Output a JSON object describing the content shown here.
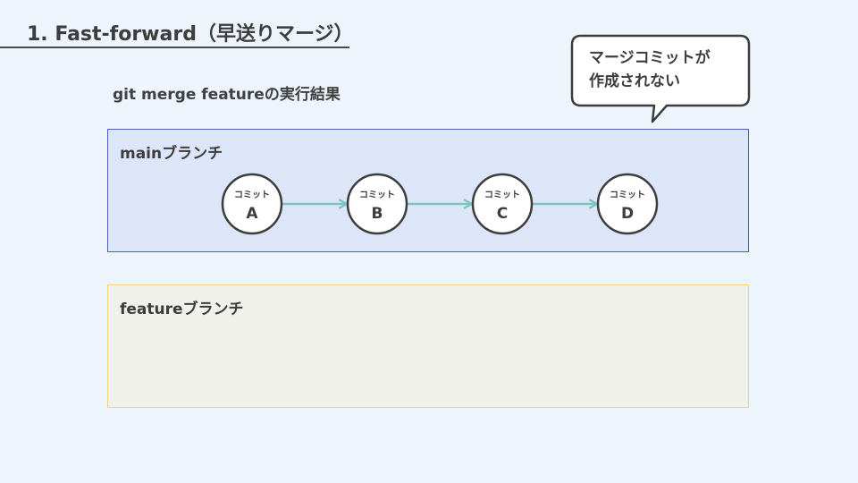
{
  "title": "1. Fast-forward（早送りマージ）",
  "subtitle": "git merge featureの実行結果",
  "callout": {
    "line1": "マージコミットが",
    "line2": "作成されない"
  },
  "main_branch": {
    "label": "mainブランチ",
    "commits": [
      {
        "caption": "コミット",
        "letter": "A"
      },
      {
        "caption": "コミット",
        "letter": "B"
      },
      {
        "caption": "コミット",
        "letter": "C"
      },
      {
        "caption": "コミット",
        "letter": "D"
      }
    ]
  },
  "feature_branch": {
    "label": "featureブランチ"
  },
  "colors": {
    "background": "#edf4fc",
    "main_fill": "#dde6f8",
    "main_border": "#4a5fbf",
    "feature_fill": "#f0f1ea",
    "feature_border": "#f1d27a",
    "arrow": "#7cc5be",
    "node_stroke": "#3d3d3d"
  }
}
